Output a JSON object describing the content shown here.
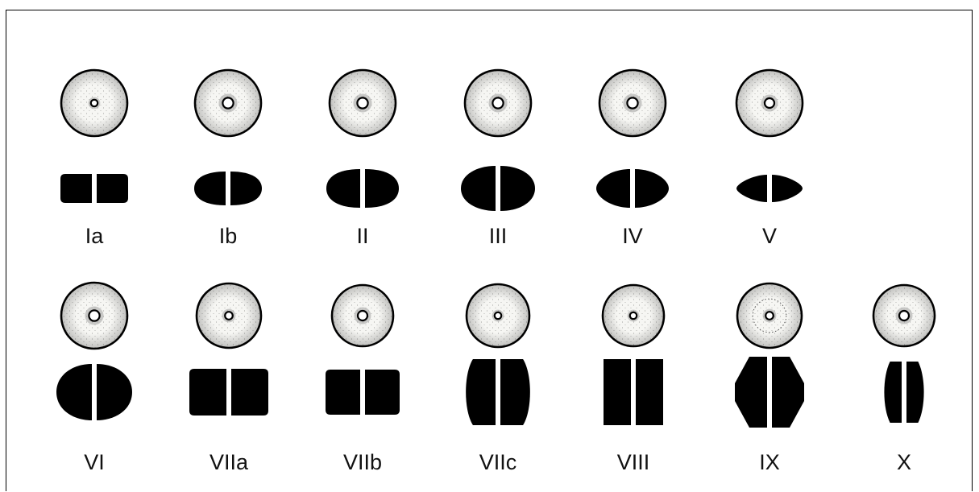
{
  "figure": {
    "title": "",
    "ink_color": "#000000",
    "bead_fill": "#f6f6f3",
    "rows": [
      {
        "types": [
          {
            "label": "Ia",
            "profile": "rounded-rect"
          },
          {
            "label": "Ib",
            "profile": "rounded-oval"
          },
          {
            "label": "II",
            "profile": "rounded-oval"
          },
          {
            "label": "III",
            "profile": "round"
          },
          {
            "label": "IV",
            "profile": "oval"
          },
          {
            "label": "V",
            "profile": "lens"
          }
        ]
      },
      {
        "types": [
          {
            "label": "VI",
            "profile": "round"
          },
          {
            "label": "VIIa",
            "profile": "rounded-rect"
          },
          {
            "label": "VIIb",
            "profile": "rounded-rect"
          },
          {
            "label": "VIIc",
            "profile": "barrel"
          },
          {
            "label": "VIII",
            "profile": "cylinder"
          },
          {
            "label": "IX",
            "profile": "bicone"
          },
          {
            "label": "X",
            "profile": "narrow-barrel"
          }
        ]
      }
    ]
  }
}
